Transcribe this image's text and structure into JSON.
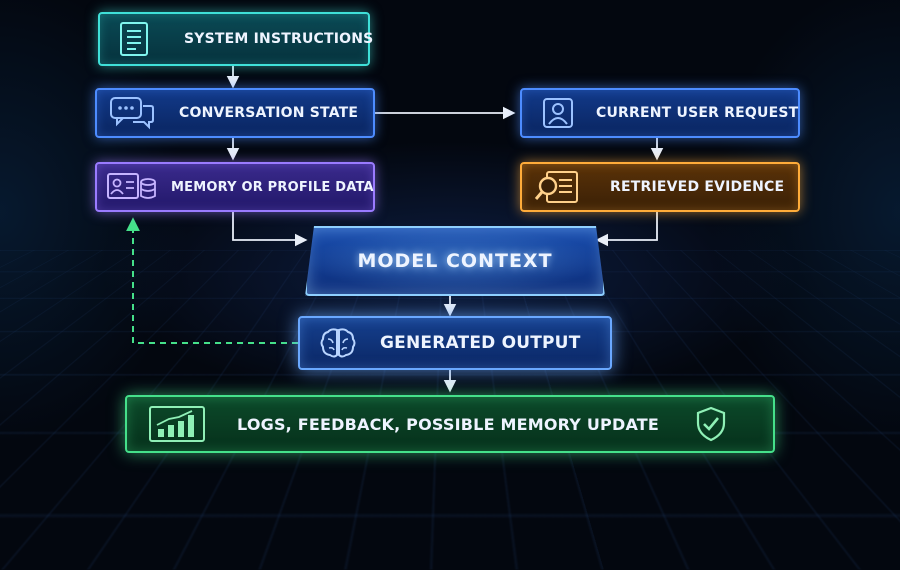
{
  "nodes": {
    "system_instructions": {
      "label": "SYSTEM INSTRUCTIONS",
      "icon": "document-icon",
      "color": "#3fe0d8"
    },
    "conversation_state": {
      "label": "CONVERSATION STATE",
      "icon": "chat-bubbles-icon",
      "color": "#4d8cff"
    },
    "memory_profile": {
      "label": "MEMORY OR PROFILE DATA",
      "icon": "profile-database-icon",
      "color": "#9a7bff"
    },
    "current_user_request": {
      "label": "CURRENT USER REQUEST",
      "icon": "user-icon",
      "color": "#4d8cff"
    },
    "retrieved_evidence": {
      "label": "RETRIEVED EVIDENCE",
      "icon": "magnifier-document-icon",
      "color": "#ffac3a"
    },
    "model_context": {
      "label": "MODEL CONTEXT",
      "color": "#8fd0ff"
    },
    "generated_output": {
      "label": "GENERATED OUTPUT",
      "icon": "brain-icon",
      "color": "#6aa8ff"
    },
    "logs_feedback": {
      "label": "LOGS, FEEDBACK, POSSIBLE MEMORY UPDATE",
      "icons": [
        "bar-chart-icon",
        "shield-check-icon"
      ],
      "color": "#45e08a"
    }
  },
  "edges": [
    {
      "from": "system_instructions",
      "to": "conversation_state",
      "style": "solid"
    },
    {
      "from": "conversation_state",
      "to": "current_user_request",
      "style": "solid"
    },
    {
      "from": "conversation_state",
      "to": "memory_profile",
      "style": "solid"
    },
    {
      "from": "current_user_request",
      "to": "retrieved_evidence",
      "style": "solid"
    },
    {
      "from": "memory_profile",
      "to": "model_context",
      "style": "solid"
    },
    {
      "from": "retrieved_evidence",
      "to": "model_context",
      "style": "solid"
    },
    {
      "from": "model_context",
      "to": "generated_output",
      "style": "solid"
    },
    {
      "from": "generated_output",
      "to": "logs_feedback",
      "style": "solid"
    },
    {
      "from": "generated_output",
      "to": "memory_profile",
      "style": "dashed",
      "color": "#45e08a"
    }
  ]
}
